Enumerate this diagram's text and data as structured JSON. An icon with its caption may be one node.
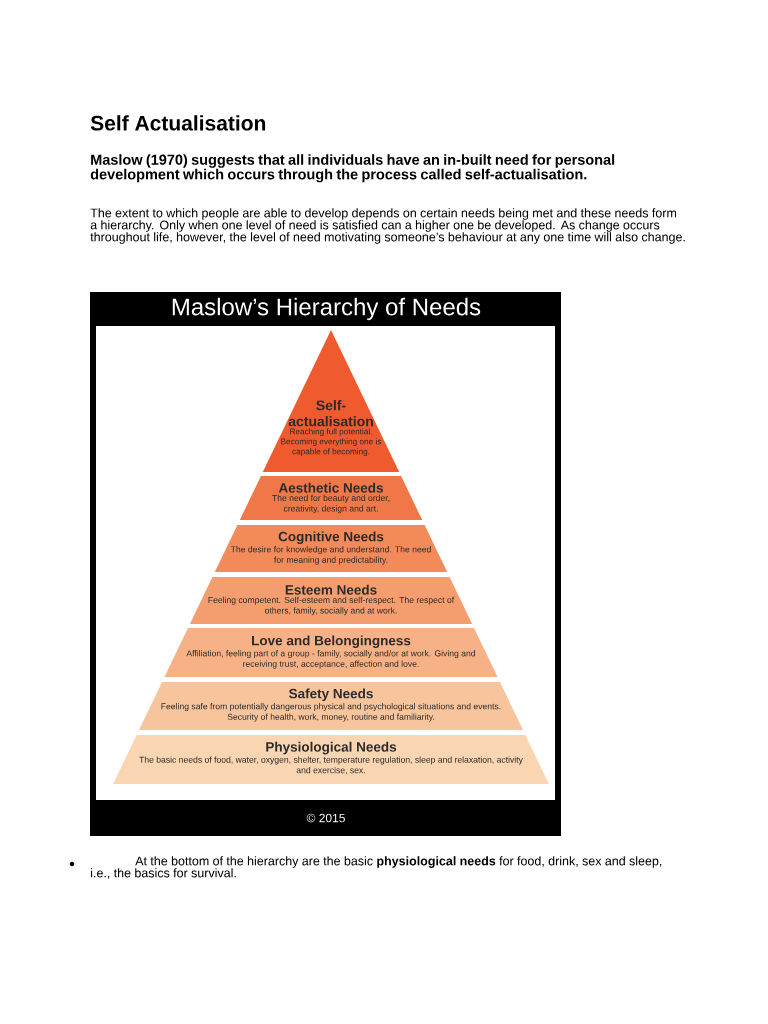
{
  "diagram": {
    "title": "Self Actualisation",
    "nodes": [
      {
        "text": [
          "Self-actualisation",
          "Reaching full potential. Becoming everything one is capable of becoming."
        ]
      },
      {
        "text": [
          "Aesthetic Needs",
          "The need for beauty and order, creativity, design and art."
        ]
      },
      {
        "text": [
          "Cognitive Needs",
          "The desire for knowledge and understand. The need for meaning and predictability."
        ]
      },
      {
        "text": [
          "Esteem Needs",
          "Feeling competent. Self-esteem and self-respect. The respect of others, family, socially and at work."
        ]
      },
      {
        "text": [
          "Love and Belongingness",
          "Affiliation, feeling part of a group - family, socially and/or at work. Giving and receiving trust, acceptance, affection and love."
        ]
      },
      {
        "text": [
          "Safety Needs",
          "Feeling safe from potentially dangerous physical and psychological situations and events. Security of health, work, money, routine and familiarity."
        ]
      },
      {
        "text": [
          "Physiological Needs",
          "The basic needs of food, water, oxygen, shelter, temperature regulation, sleep and relaxation, activity and exercise, sex."
        ]
      }
    ],
    "labels": [
      "Maslow (1970) suggests that all individuals have an in-built need for personal development which occurs through the process called self-actualisation.",
      "The extent to which people are able to develop depends on certain needs being met and these needs form a hierarchy. Only when one level of need is satisfied can a higher one be developed. As change occurs throughout life, however, the level of need motivating someone’s behaviour at any one time will also change.",
      "Maslow’s Hierarchy of Needs",
      "© 2015",
      "At the bottom of the hierarchy are the basic **physiological needs** for food, drink, sex and sleep, i.e., the basics for survival."
    ]
  }
}
